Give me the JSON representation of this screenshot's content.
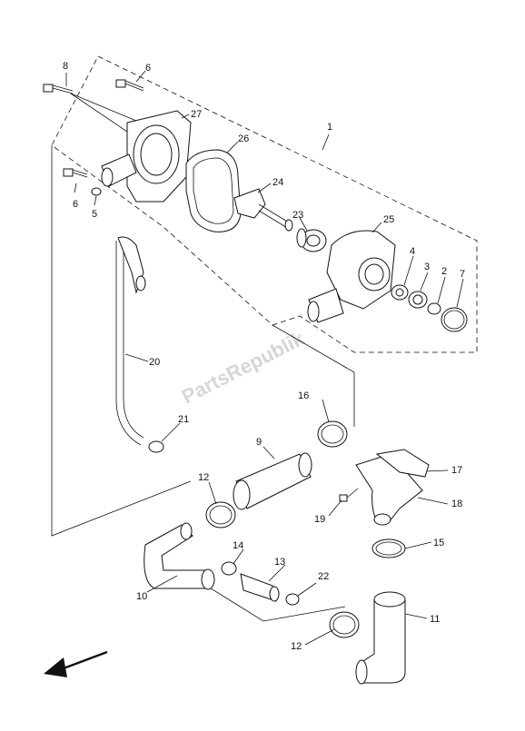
{
  "diagram": {
    "watermark": "PartsRepublik",
    "callouts": [
      {
        "id": "c1",
        "label": "1"
      },
      {
        "id": "c2",
        "label": "2"
      },
      {
        "id": "c3",
        "label": "3"
      },
      {
        "id": "c4",
        "label": "4"
      },
      {
        "id": "c5",
        "label": "5"
      },
      {
        "id": "c6a",
        "label": "6"
      },
      {
        "id": "c6b",
        "label": "6"
      },
      {
        "id": "c7",
        "label": "7"
      },
      {
        "id": "c8",
        "label": "8"
      },
      {
        "id": "c9",
        "label": "9"
      },
      {
        "id": "c10",
        "label": "10"
      },
      {
        "id": "c11",
        "label": "11"
      },
      {
        "id": "c12a",
        "label": "12"
      },
      {
        "id": "c12b",
        "label": "12"
      },
      {
        "id": "c13",
        "label": "13"
      },
      {
        "id": "c14",
        "label": "14"
      },
      {
        "id": "c15",
        "label": "15"
      },
      {
        "id": "c16",
        "label": "16"
      },
      {
        "id": "c17",
        "label": "17"
      },
      {
        "id": "c18",
        "label": "18"
      },
      {
        "id": "c19",
        "label": "19"
      },
      {
        "id": "c20",
        "label": "20"
      },
      {
        "id": "c21",
        "label": "21"
      },
      {
        "id": "c22",
        "label": "22"
      },
      {
        "id": "c23",
        "label": "23"
      },
      {
        "id": "c24",
        "label": "24"
      },
      {
        "id": "c25",
        "label": "25"
      },
      {
        "id": "c26",
        "label": "26"
      },
      {
        "id": "c27",
        "label": "27"
      }
    ]
  }
}
